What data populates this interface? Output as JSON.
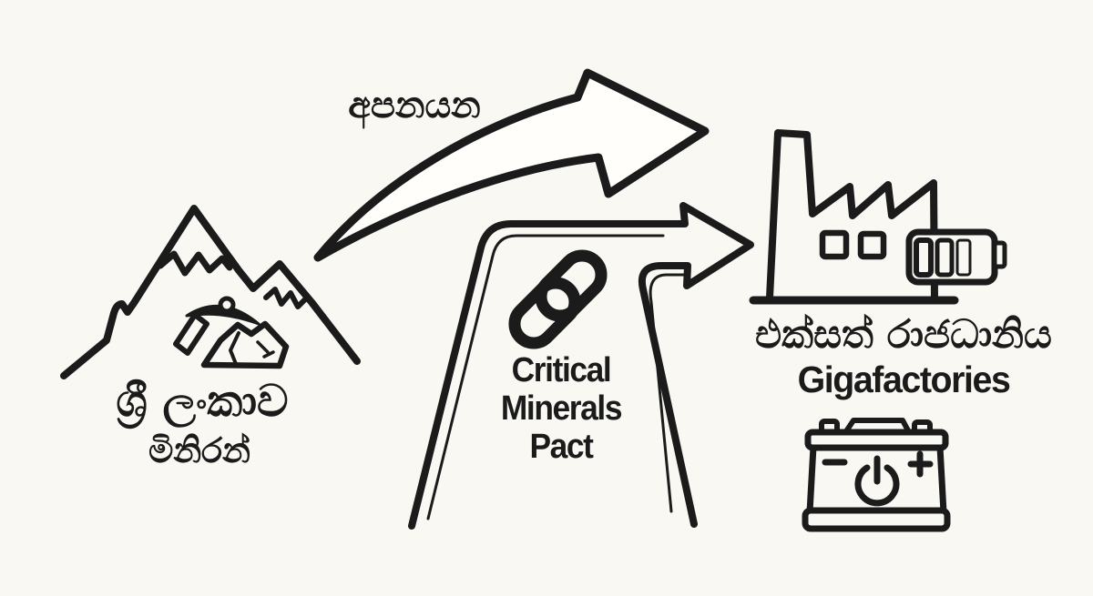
{
  "colors": {
    "background": "#faf8f2",
    "ink": "#1b1b1b"
  },
  "source": {
    "country_label": "ශ්‍රී ලංකාව",
    "mineral_label": "මිනිරන්",
    "icon": "mountain-mining-icon"
  },
  "export_arrow": {
    "label": "අපනයන",
    "icon": "curved-export-arrow-icon"
  },
  "pact_road": {
    "line1": "Critical",
    "line2": "Minerals",
    "line3": "Pact",
    "icon": "chain-link-icon",
    "shape": "road-arrow-to-factory"
  },
  "destination": {
    "country_label": "එක්සත් රාජධානිය",
    "factories_label": "Gigafactories",
    "icons": [
      "factory-icon",
      "battery-level-icon",
      "car-battery-icon"
    ]
  }
}
